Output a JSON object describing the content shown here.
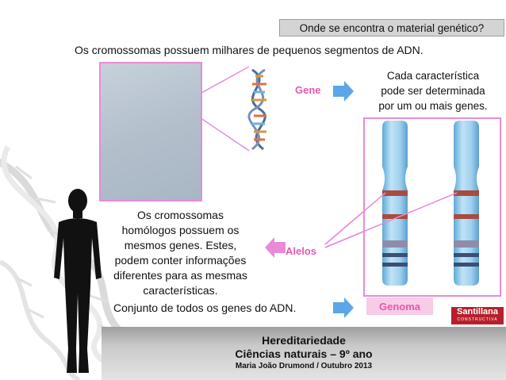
{
  "slide": {
    "title": "Onde se encontra o material genético?",
    "intro": "Os cromossomas possuem milhares de pequenos segmentos de ADN.",
    "gene_label": "Gene",
    "gene_description": [
      "Cada característica",
      "pode ser determinada",
      "por um ou mais genes."
    ],
    "homologous_text": [
      "Os cromossomas",
      "homólogos possuem os",
      "mesmos genes. Estes,",
      "podem conter informações",
      "diferentes para as mesmas",
      "características."
    ],
    "alelos_label": "Alelos",
    "genome_sentence": "Conjunto de todos os genes do ADN.",
    "genome_label": "Genoma"
  },
  "publisher_logo": {
    "name": "Santillana",
    "tagline": "CONSTRUCTIVA"
  },
  "footer": {
    "topic": "Hereditariedade",
    "subject": "Ciências naturais – 9º ano",
    "author": "Maria João Drumond / Outubro 2013"
  },
  "colors": {
    "accent_pink": "#e35ab3",
    "arrow_blue": "#5aa6e8",
    "chromosome_blue": "#8ec6e8",
    "band_red": "#a94c3e"
  }
}
